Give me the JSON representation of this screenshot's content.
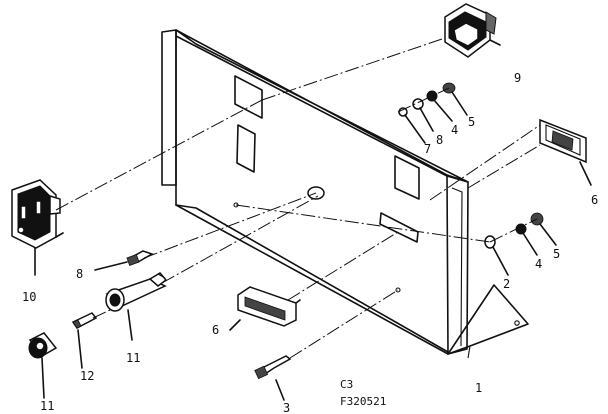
{
  "callouts": {
    "c1": "1",
    "c2": "2",
    "c3": "3",
    "c4a": "4",
    "c4b": "4",
    "c5a": "5",
    "c5b": "5",
    "c6a": "6",
    "c6b": "6",
    "c7": "7",
    "c8a": "8",
    "c8b": "8",
    "c9": "9",
    "c10": "10",
    "c11a": "11",
    "c11b": "11",
    "c12": "12"
  },
  "diagram_code": {
    "line1": "C3",
    "line2": "F320521"
  }
}
